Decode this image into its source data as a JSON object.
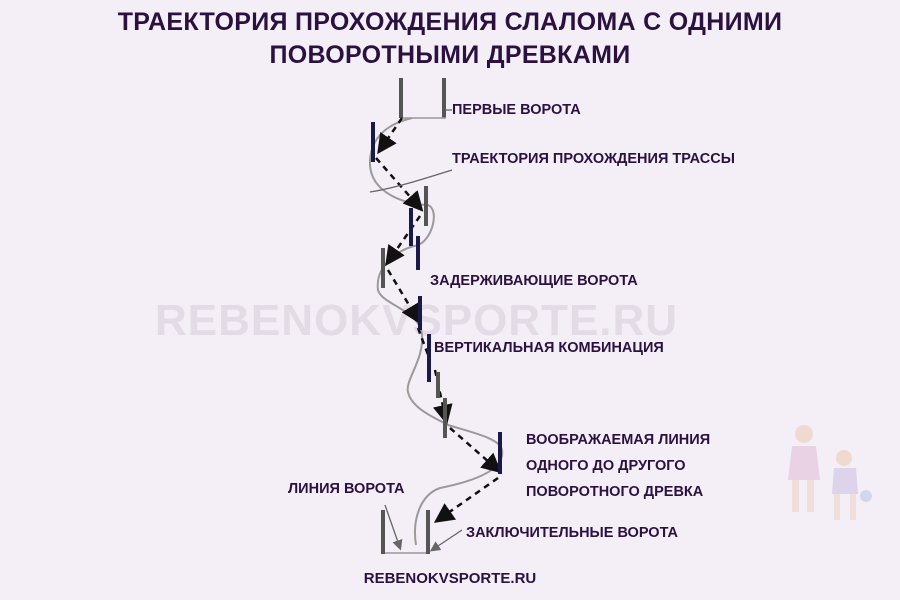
{
  "title_line1": "ТРАЕКТОРИЯ ПРОХОЖДЕНИЯ СЛАЛОМА С ОДНИМИ",
  "title_line2": "ПОВОРОТНЫМИ ДРЕВКАМИ",
  "watermark": "REBENOKVSPORTE.RU",
  "footer": "REBENOKVSPORTE.RU",
  "labels": {
    "first_gate": "ПЕРВЫЕ ВОРОТА",
    "trajectory": "ТРАЕКТОРИЯ ПРОХОЖДЕНИЯ ТРАССЫ",
    "delay_gate": "ЗАДЕРЖИВАЮЩИЕ ВОРОТА",
    "vertical_combo": "ВЕРТИКАЛЬНАЯ КОМБИНАЦИЯ",
    "imaginary_line_1": "ВООБРАЖАЕМАЯ ЛИНИЯ",
    "imaginary_line_2": "ОДНОГО ДО ДРУГОГО",
    "imaginary_line_3": "ПОВОРОТНОГО ДРЕВКА",
    "gate_line": "ЛИНИЯ ВОРОТА",
    "final_gate": "ЗАКЛЮЧИТЕЛЬНЫЕ ВОРОТА"
  },
  "colors": {
    "text": "#2a1140",
    "gray_pole": "#555555",
    "navy_pole": "#1a1a4a",
    "trajectory": "#9a9a9a",
    "dashed": "#111111",
    "background": "#f4eef6"
  }
}
